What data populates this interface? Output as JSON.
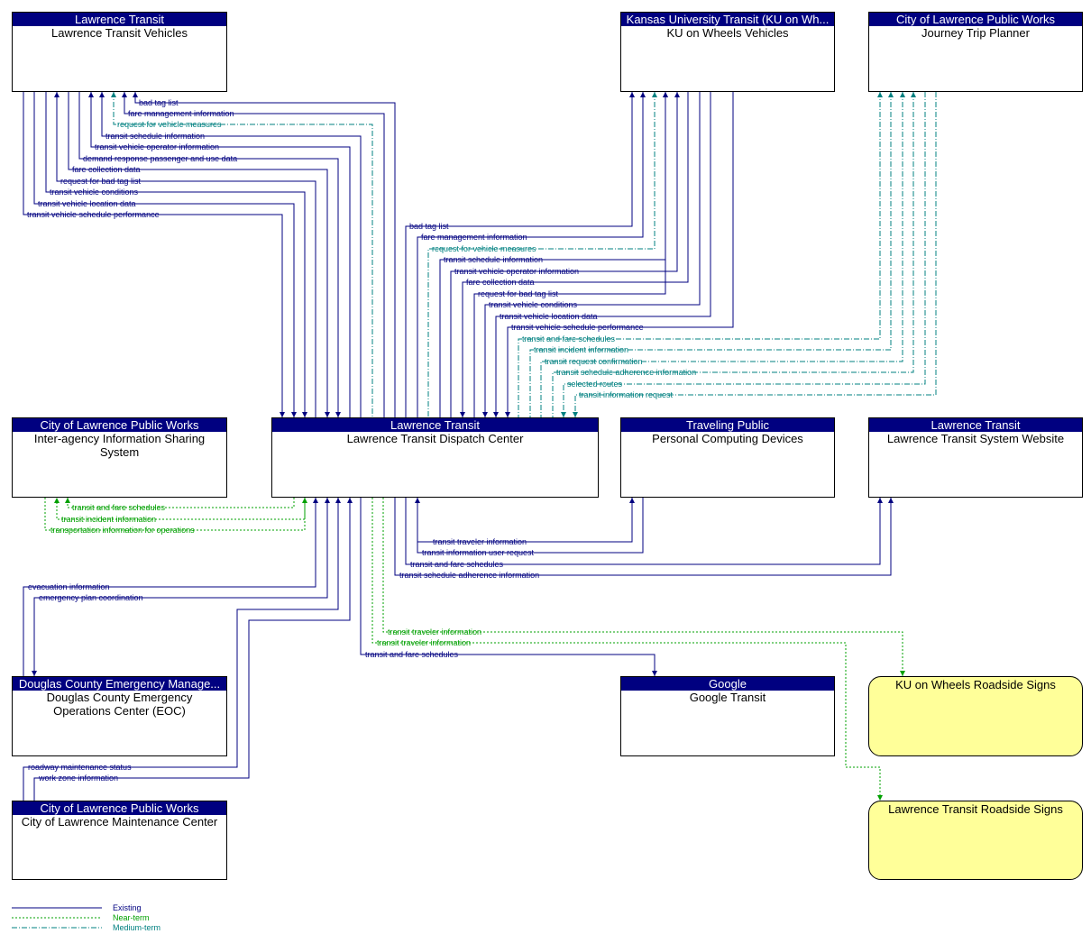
{
  "elements": [
    {
      "id": "ltv",
      "header": "Lawrence Transit",
      "name": "Lawrence Transit Vehicles"
    },
    {
      "id": "kuv",
      "header": "Kansas University Transit (KU on Wh...",
      "name": "KU on Wheels Vehicles"
    },
    {
      "id": "jtp",
      "header": "City of Lawrence Public Works",
      "name": "Journey Trip Planner"
    },
    {
      "id": "iis",
      "header": "City of Lawrence Public Works",
      "name": "Inter-agency Information Sharing System"
    },
    {
      "id": "ltdc",
      "header": "Lawrence Transit",
      "name": "Lawrence Transit Dispatch Center"
    },
    {
      "id": "pcd",
      "header": "Traveling Public",
      "name": "Personal Computing Devices"
    },
    {
      "id": "ltsw",
      "header": "Lawrence Transit",
      "name": "Lawrence Transit System Website"
    },
    {
      "id": "dceoc",
      "header": "Douglas County Emergency Manage...",
      "name": "Douglas County Emergency Operations Center (EOC)"
    },
    {
      "id": "gt",
      "header": "Google",
      "name": "Google Transit"
    },
    {
      "id": "kurs",
      "header": "",
      "name": "KU on Wheels Roadside Signs"
    },
    {
      "id": "ltrs",
      "header": "",
      "name": "Lawrence Transit Roadside Signs"
    },
    {
      "id": "clmc",
      "header": "City of Lawrence Public Works",
      "name": "City of Lawrence Maintenance Center"
    }
  ],
  "flows": {
    "ltv_ltdc": [
      "bad tag list",
      "fare management information",
      "request for vehicle measures",
      "transit schedule information",
      "transit vehicle operator information",
      "demand response passenger and use data",
      "fare collection data",
      "request for bad tag list",
      "transit vehicle conditions",
      "transit vehicle location data",
      "transit vehicle schedule performance"
    ],
    "kuv_ltdc": [
      "bad tag list",
      "fare management information",
      "request for vehicle measures",
      "transit schedule information",
      "transit vehicle operator information",
      "fare collection data",
      "request for bad tag list",
      "transit vehicle conditions",
      "transit vehicle location data",
      "transit vehicle schedule performance"
    ],
    "jtp_ltdc": [
      "transit and fare schedules",
      "transit incident information",
      "transit request confirmation",
      "transit schedule adherence information",
      "selected routes",
      "transit information request"
    ],
    "iis_ltdc": [
      "transit and fare schedules",
      "transit incident information",
      "transportation information for operations"
    ],
    "pcd_ltdc": [
      "transit traveler information",
      "transit information user request"
    ],
    "ltsw_ltdc": [
      "transit and fare schedules",
      "transit schedule adherence information"
    ],
    "eoc_ltdc": [
      "evacuation information",
      "emergency plan coordination"
    ],
    "roadside": [
      "transit traveler information",
      "transit traveler information"
    ],
    "google": [
      "transit and fare schedules"
    ],
    "maint": [
      "roadway maintenance status",
      "work zone information"
    ]
  },
  "legend": [
    "Existing",
    "Near-term",
    "Medium-term"
  ],
  "colors": {
    "existing": "#000080",
    "near": "#00a000",
    "medium": "#008080",
    "header": "#000080",
    "roadside": "#ffff99"
  }
}
